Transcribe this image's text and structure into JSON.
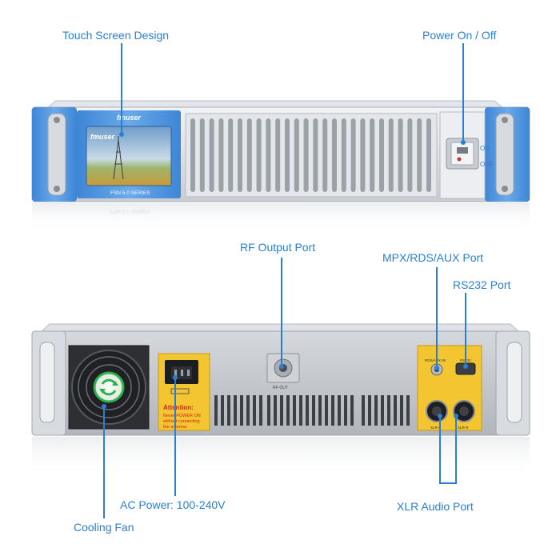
{
  "labels": {
    "touch_screen": "Touch Screen Design",
    "power": "Power On / Off",
    "rf_output": "RF Output Port",
    "mpx": "MPX/RDS/AUX Port",
    "rs232": "RS232 Port",
    "ac_power": "AC Power: 100-240V",
    "xlr": "XLR Audio Port",
    "cooling": "Cooling Fan"
  },
  "front": {
    "brand": "fmuser",
    "series": "FSN 5.0 SERIES",
    "on": "ON",
    "off": "OFF"
  },
  "rear": {
    "attention_title": "Attention:",
    "attention_line1": "Never POWER ON",
    "attention_line2": "without connecting",
    "attention_line3": "the antenna.",
    "rf_out": "RF-OUT",
    "rds": "RDS/AUX-IN",
    "rs232": "RS232",
    "xlr_l": "XLR-L",
    "xlr_r": "XLR-R"
  },
  "colors": {
    "label_blue": "#2a7fd1",
    "panel_blue": "#4a8fd8",
    "warning_yellow": "#f2c531",
    "attention_red": "#d62020",
    "fan_green": "#2db24a"
  },
  "icons": {
    "fan": "recycle-arrows-icon",
    "pointer": "pointer-dot-icon"
  }
}
